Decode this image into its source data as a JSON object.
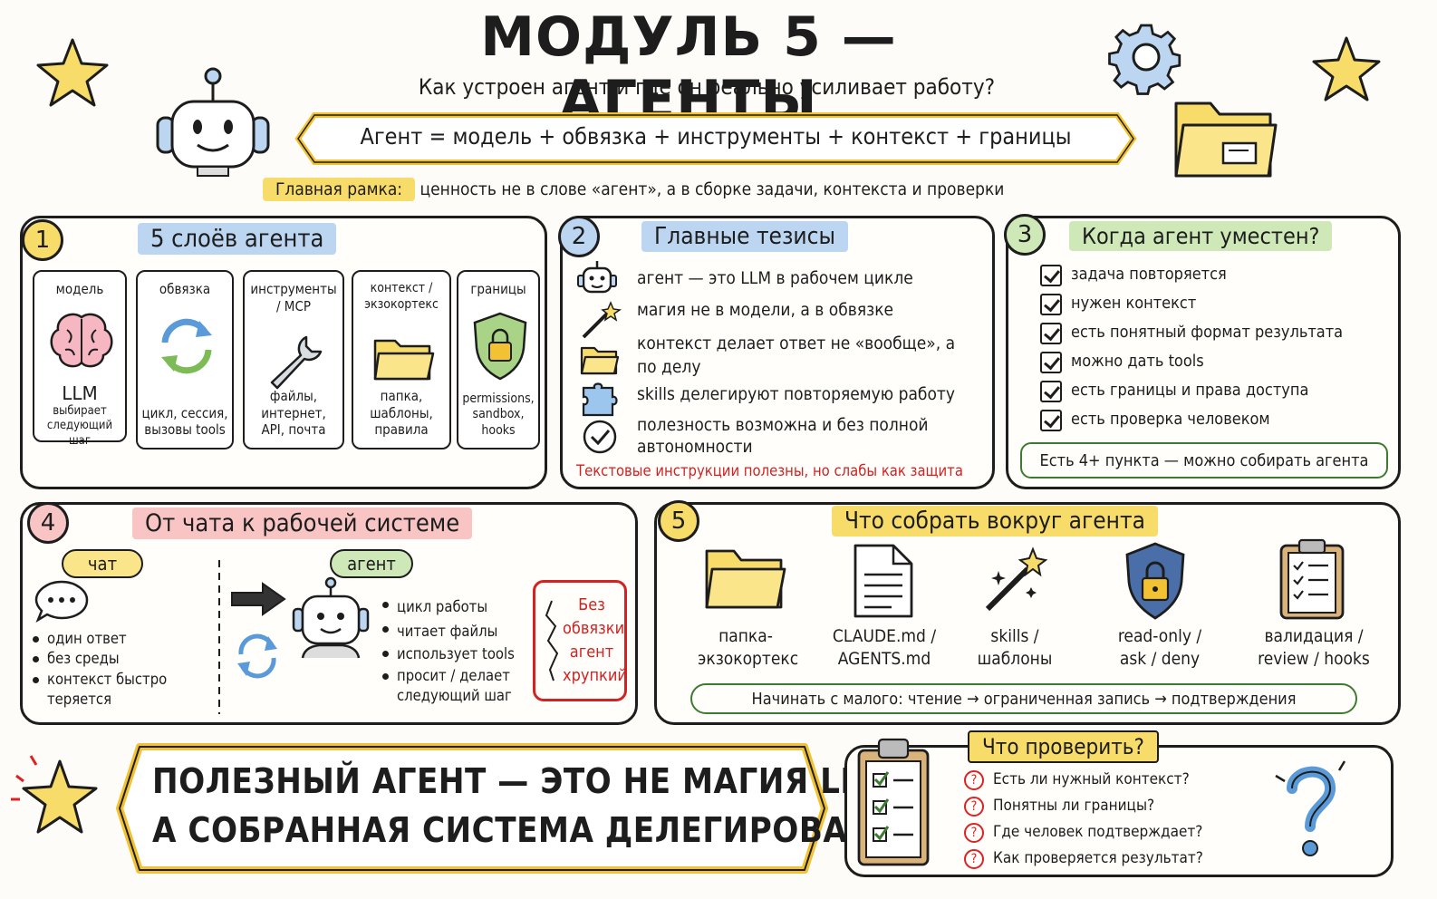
{
  "header": {
    "title": "МОДУЛЬ 5 — АГЕНТЫ",
    "subtitle": "Как устроен агент и где он реально усиливает работу?",
    "formula": "Агент = модель + обвязка + инструменты + контекст + границы",
    "frame_label": "Главная рамка:",
    "frame_text": "ценность не в слове «агент», а в сборке задачи, контекста и проверки"
  },
  "section1": {
    "number": "1",
    "title": "5 слоёв агента",
    "cards": [
      {
        "top": "модель",
        "bottom": "LLM",
        "bottom2": "выбирает следующий шаг",
        "icon": "brain-icon"
      },
      {
        "top": "обвязка",
        "bottom": "цикл, сессия, вызовы tools",
        "icon": "cycle-icon"
      },
      {
        "top": "инструменты / MCP",
        "bottom": "файлы, интернет, API, почта",
        "icon": "wrench-icon"
      },
      {
        "top": "контекст / экзокортекс",
        "bottom": "папка, шаблоны, правила",
        "icon": "folder-icon"
      },
      {
        "top": "границы",
        "bottom": "permissions, sandbox, hooks",
        "icon": "shield-lock-icon"
      }
    ]
  },
  "section2": {
    "number": "2",
    "title": "Главные тезисы",
    "items": [
      {
        "text": "агент — это LLM в рабочем цикле",
        "icon": "robot-icon"
      },
      {
        "text": "магия не в модели, а в обвязке",
        "icon": "magic-wand-icon"
      },
      {
        "text": "контекст делает ответ не «вообще», а по делу",
        "icon": "folder-icon"
      },
      {
        "text": "skills делегируют повторяемую работу",
        "icon": "puzzle-icon"
      },
      {
        "text": "полезность возможна и без полной автономности",
        "icon": "check-circle-icon"
      }
    ],
    "warning": "Текстовые инструкции полезны, но слабы как защита"
  },
  "section3": {
    "number": "3",
    "title": "Когда агент уместен?",
    "items": [
      "задача повторяется",
      "нужен контекст",
      "есть понятный формат результата",
      "можно дать tools",
      "есть границы и права доступа",
      "есть проверка человеком"
    ],
    "summary": "Есть 4+ пункта — можно собирать агента"
  },
  "section4": {
    "number": "4",
    "title": "От чата к рабочей системе",
    "chat_label": "чат",
    "chat_items": [
      "один ответ",
      "без среды",
      "контекст быстро теряется"
    ],
    "agent_label": "агент",
    "agent_items": [
      "цикл работы",
      "читает файлы",
      "использует tools",
      "просит / делает следующий шаг"
    ],
    "warning": "Без обвязки агент хрупкий"
  },
  "section5": {
    "number": "5",
    "title": "Что собрать вокруг агента",
    "items": [
      {
        "label": "папка-экзокортекс",
        "icon": "folder-icon"
      },
      {
        "label": "CLAUDE.md / AGENTS.md",
        "icon": "document-icon"
      },
      {
        "label": "skills / шаблоны",
        "icon": "magic-wand-icon"
      },
      {
        "label": "read-only / ask / deny",
        "icon": "shield-lock-icon"
      },
      {
        "label": "валидация / review / hooks",
        "icon": "clipboard-icon"
      }
    ],
    "footer": "Начинать с малого: чтение → ограниченная запись → подтверждения"
  },
  "conclusion": {
    "line1": "ПОЛЕЗНЫЙ АГЕНТ — ЭТО НЕ МАГИЯ LLM,",
    "line2": "А СОБРАННАЯ СИСТЕМА ДЕЛЕГИРОВАНИЯ"
  },
  "check": {
    "title": "Что проверить?",
    "questions": [
      "Есть ли нужный контекст?",
      "Понятны ли границы?",
      "Где человек подтверждает?",
      "Как проверяется результат?"
    ]
  },
  "colors": {
    "yellow": "#f8dc6a",
    "blue": "#bcd6f2",
    "green": "#cfe8b8",
    "pink": "#f8c4c4",
    "red": "#d22222",
    "green_border": "#3e7b32"
  }
}
